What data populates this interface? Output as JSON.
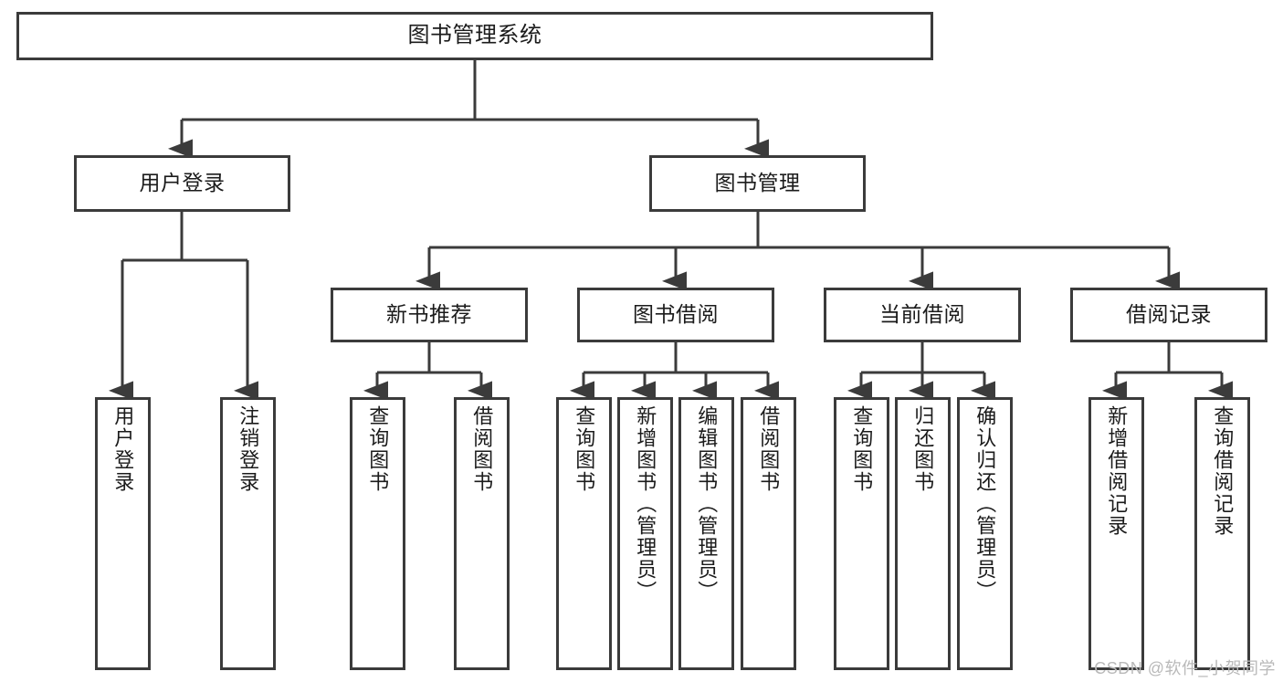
{
  "diagram": {
    "title": "图书管理系统",
    "type": "tree",
    "watermark": "CSDN @软件_小贺同学",
    "colors": {
      "border": "#3b3b3b",
      "background": "#ffffff",
      "text": "#1b1b1b",
      "watermark": "#b9b9b9"
    },
    "nodes": {
      "root": {
        "label": "图书管理系统"
      },
      "level2": [
        {
          "id": "user-login",
          "label": "用户登录"
        },
        {
          "id": "book-management",
          "label": "图书管理"
        }
      ],
      "level3": [
        {
          "id": "new-book-recommend",
          "label": "新书推荐"
        },
        {
          "id": "book-borrow",
          "label": "图书借阅"
        },
        {
          "id": "current-borrow",
          "label": "当前借阅"
        },
        {
          "id": "borrow-record",
          "label": "借阅记录"
        }
      ],
      "leaves": {
        "user_login": [
          {
            "id": "leaf-user-login",
            "label": "用户登录"
          },
          {
            "id": "leaf-logout",
            "label": "注销登录"
          }
        ],
        "new_book_recommend": [
          {
            "id": "leaf-query-book-1",
            "label": "查询图书"
          },
          {
            "id": "leaf-borrow-book-1",
            "label": "借阅图书"
          }
        ],
        "book_borrow": [
          {
            "id": "leaf-query-book-2",
            "label": "查询图书"
          },
          {
            "id": "leaf-add-book",
            "label": "新增图书（管理员）"
          },
          {
            "id": "leaf-edit-book",
            "label": "编辑图书（管理员）"
          },
          {
            "id": "leaf-borrow-book-2",
            "label": "借阅图书"
          }
        ],
        "current_borrow": [
          {
            "id": "leaf-query-book-3",
            "label": "查询图书"
          },
          {
            "id": "leaf-return-book",
            "label": "归还图书"
          },
          {
            "id": "leaf-confirm-return",
            "label": "确认归还（管理员）"
          }
        ],
        "borrow_record": [
          {
            "id": "leaf-add-record",
            "label": "新增借阅记录"
          },
          {
            "id": "leaf-query-record",
            "label": "查询借阅记录"
          }
        ]
      }
    }
  }
}
